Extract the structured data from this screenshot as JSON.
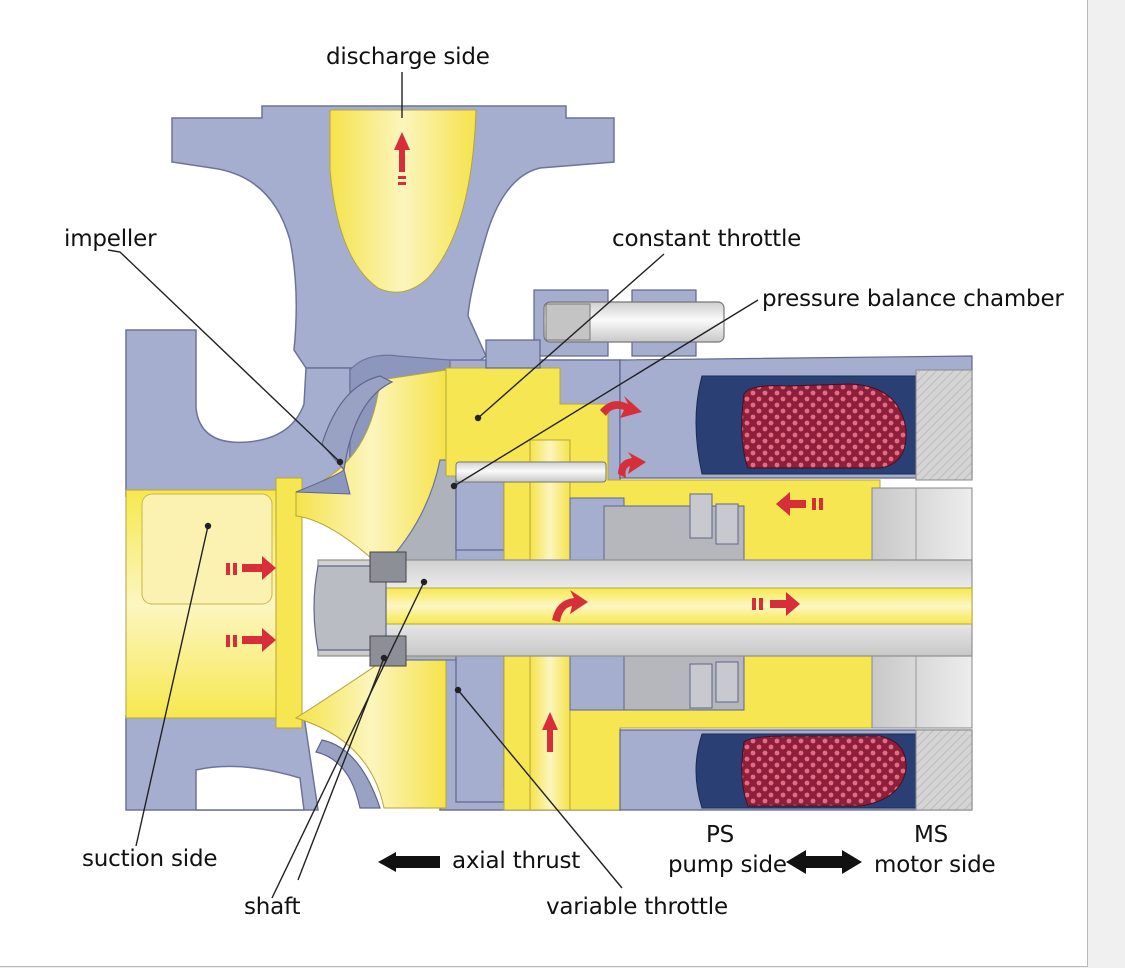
{
  "labels": {
    "discharge_side": "discharge side",
    "impeller": "impeller",
    "constant_throttle": "constant throttle",
    "pressure_balance_chamber": "pressure balance chamber",
    "suction_side": "suction side",
    "shaft": "shaft",
    "axial_thrust": "axial thrust",
    "variable_throttle": "variable throttle",
    "ps": "PS",
    "pump_side": "pump side",
    "ms": "MS",
    "motor_side": "motor side"
  },
  "colors": {
    "casing": "#a6aed0",
    "casing_dark": "#7e87ad",
    "fluid": "#f6e652",
    "fluid_light": "#fbf4b0",
    "shaft": "#e7e7e7",
    "winding": "#8e1f3a",
    "motor_housing": "#2a3f73",
    "flow_arrow": "#d62f3a"
  }
}
